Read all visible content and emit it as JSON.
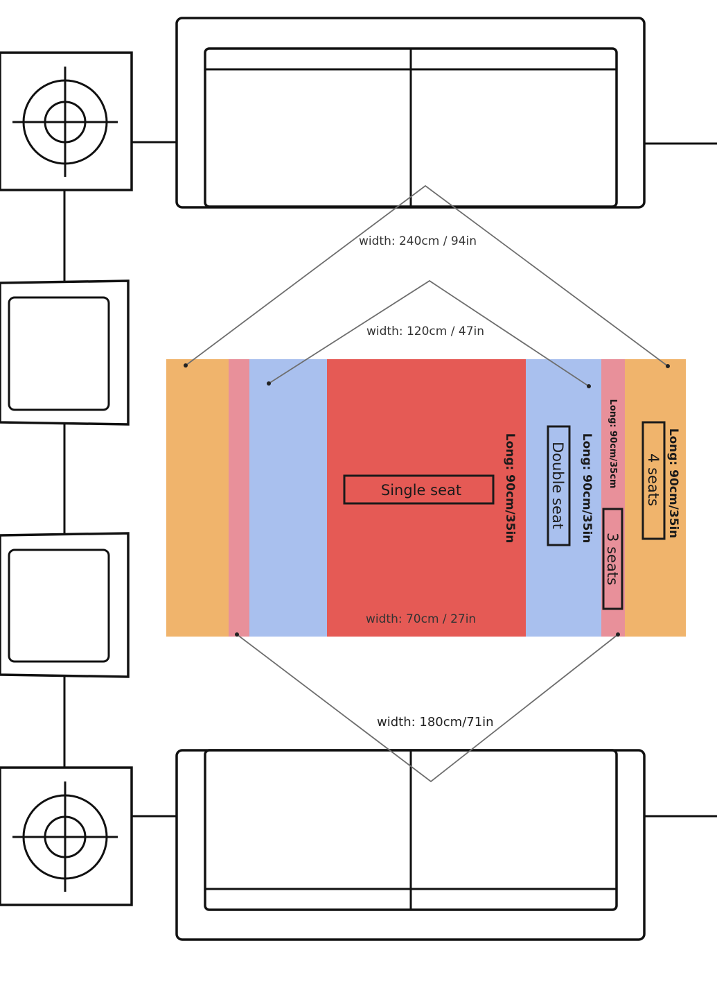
{
  "diagram": {
    "colors": {
      "four_seats": "#F0B46C",
      "three_seats": "#E8909A",
      "double_seat": "#A9C0EE",
      "single_seat": "#E55A55",
      "furniture_stroke": "#111111",
      "guide_line": "#6e6e6e"
    },
    "zones": [
      {
        "id": "4-seats",
        "label": "4 seats",
        "width_label": "width:  240cm / 94in",
        "long_label": "Long: 90cm/35in"
      },
      {
        "id": "3-seats",
        "label": "3 seats",
        "width_label": "width:  180cm/71in",
        "long_label": "Long: 90cm/35cm"
      },
      {
        "id": "double-seat",
        "label": "Double seat",
        "width_label": "width: 120cm / 47in",
        "long_label": "Long: 90cm/35in"
      },
      {
        "id": "single-seat",
        "label": "Single seat",
        "width_label": "width: 70cm / 27in",
        "long_label": "Long: 90cm/35in"
      }
    ],
    "furniture": {
      "sofas": [
        "top-sofa",
        "bottom-sofa"
      ],
      "armchairs": [
        "armchair-upper",
        "armchair-lower"
      ],
      "side_tables": [
        "side-table-top",
        "side-table-bottom"
      ],
      "lamp_icon": "lamp-crosshair-icon"
    }
  }
}
